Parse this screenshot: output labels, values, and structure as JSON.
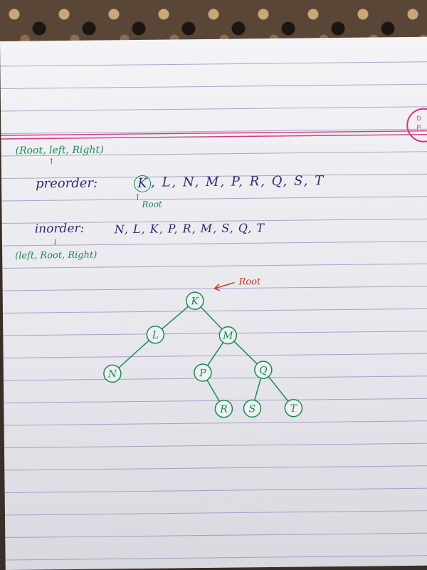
{
  "notes": {
    "preorder_rule": "(Root, left, Right)",
    "preorder_label": "preorder:",
    "preorder_root": "K",
    "preorder_rest": ", L, N, M, P, R, Q, S, T",
    "root_pointer": "Root",
    "inorder_label": "inorder:",
    "inorder_sequence": "N, L, K, P, R, M, S, Q, T",
    "inorder_rule": "(left, Root, Right)"
  },
  "tree": {
    "root_annotation": "Root",
    "nodes": [
      {
        "label": "K"
      },
      {
        "label": "L"
      },
      {
        "label": "M"
      },
      {
        "label": "N"
      },
      {
        "label": "P"
      },
      {
        "label": "Q"
      },
      {
        "label": "R"
      },
      {
        "label": "S"
      },
      {
        "label": "T"
      }
    ],
    "edges": [
      [
        "K",
        "L"
      ],
      [
        "K",
        "M"
      ],
      [
        "L",
        "N"
      ],
      [
        "M",
        "P"
      ],
      [
        "M",
        "Q"
      ],
      [
        "P",
        "R"
      ],
      [
        "Q",
        "S"
      ],
      [
        "Q",
        "T"
      ]
    ]
  },
  "colors": {
    "green_ink": "#1d8a55",
    "navy_ink": "#2c2f6e",
    "red_ink": "#c0392b",
    "margin_pink": "#d3377e",
    "rule_blue": "#8d88b8"
  }
}
